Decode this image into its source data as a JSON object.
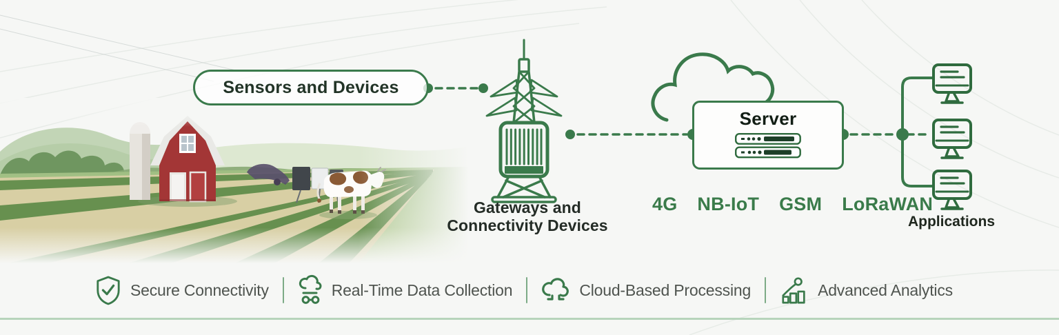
{
  "palette": {
    "accent_green": "#3a7a4b",
    "heading_dark": "#223427",
    "protocol_green": "#3a7b4a",
    "feature_text": "#4f544f",
    "divider_green": "#7cab86",
    "baseline_green": "#b7d4bb",
    "background": "#f6f7f5"
  },
  "flow": {
    "sensors_label": "Sensors and Devices",
    "gateways_label_line1": "Gateways and",
    "gateways_label_line2": "Connectivity Devices",
    "server_label": "Server",
    "applications_label": "Applications"
  },
  "protocols": [
    "4G",
    "NB-IoT",
    "GSM",
    "LoRaWAN"
  ],
  "features": [
    {
      "icon": "shield-check-icon",
      "label": "Secure Connectivity"
    },
    {
      "icon": "cloud-sync-icon",
      "label": "Real-Time Data Collection"
    },
    {
      "icon": "cloud-processing-icon",
      "label": "Cloud-Based Processing"
    },
    {
      "icon": "analytics-chart-icon",
      "label": "Advanced Analytics"
    }
  ],
  "illustration": {
    "farm_scene_alt": "Farm field with crop rows, red barn with silo, and grazing cow"
  }
}
